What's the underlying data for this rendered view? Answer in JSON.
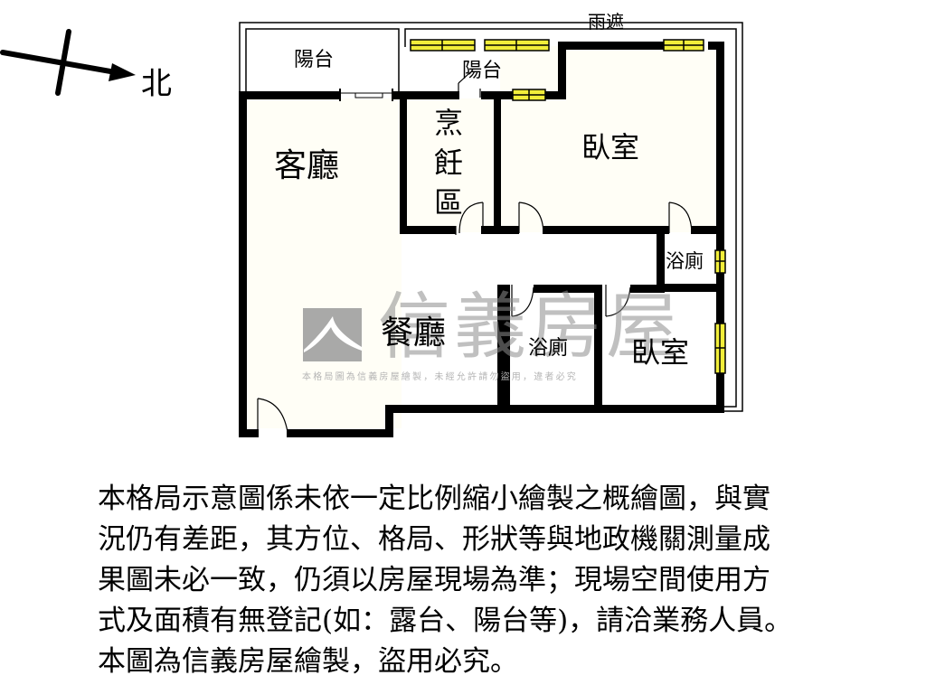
{
  "compass": {
    "direction_label": "北",
    "icon": "north-arrow-icon"
  },
  "rooms": {
    "balcony_west": "陽台",
    "balcony_east": "陽台",
    "canopy": "雨遮",
    "living_room": "客廳",
    "kitchen": [
      "烹",
      "飪",
      "區"
    ],
    "bedroom_master": "臥室",
    "bathroom_small": "浴廁",
    "dining_room": "餐廳",
    "bathroom_main": "浴廁",
    "bedroom_second": "臥室"
  },
  "watermark": {
    "brand": "信義房屋",
    "notice": "本格局圖為信義房屋繪製，未經允許請勿盜用，違者必究",
    "logo_color": "#9a9a9a"
  },
  "disclaimer": {
    "lines": [
      "本格局示意圖係未依一定比例縮小繪製之概繪圖，與實",
      "況仍有差距，其方位、格局、形狀等與地政機關測量成",
      "果圖未必一致，仍須以房屋現場為準；現場空間使用方",
      "式及面積有無登記(如：露台、陽台等)，請洽業務人員。",
      "本圖為信義房屋繪製，盜用必究。"
    ]
  },
  "colors": {
    "wall": "#000000",
    "window_fill": "#f2ee3a",
    "room_tint": "#fffdf0",
    "background": "#ffffff"
  }
}
